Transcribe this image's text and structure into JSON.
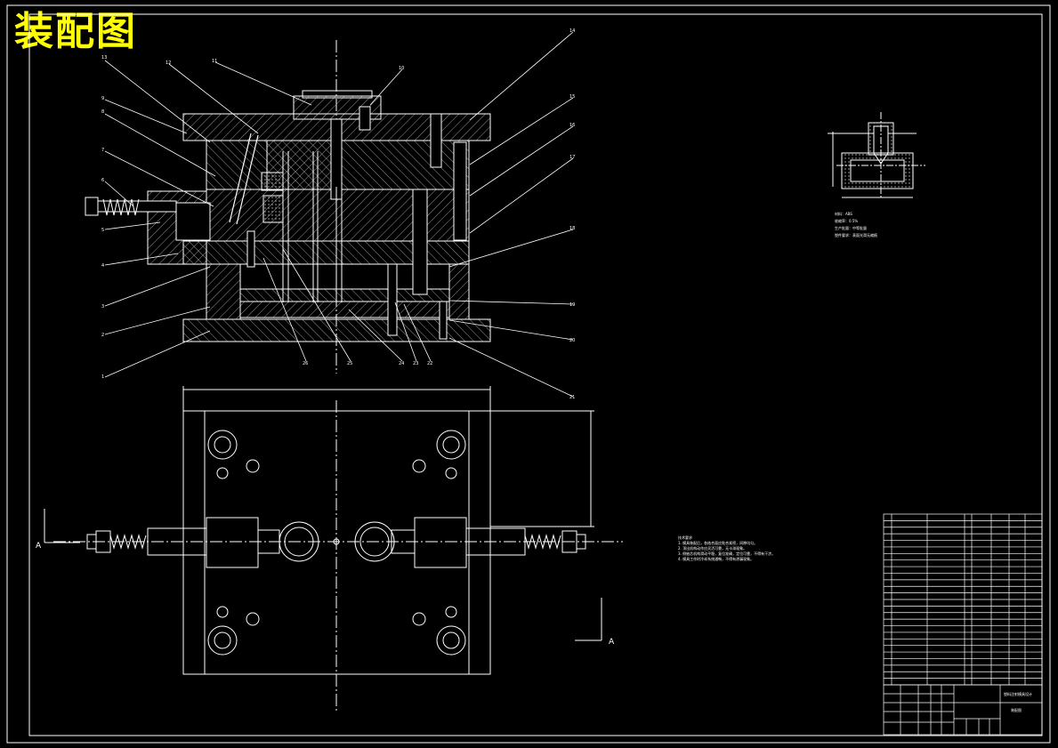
{
  "title": "装配图",
  "section_label_left": "A",
  "section_label_right": "A",
  "callouts": [
    "13",
    "12",
    "11",
    "10",
    "9",
    "8",
    "7",
    "6",
    "5",
    "4",
    "3",
    "2",
    "1",
    "26",
    "25",
    "24",
    "23",
    "22",
    "14",
    "15",
    "16",
    "17",
    "18",
    "19",
    "20",
    "21"
  ],
  "detail_notes": [
    "材料：ABS",
    "收缩率：0.5%",
    "生产批量：中等批量",
    "塑件要求：表面光滑无缩痕"
  ],
  "tech_requirements": [
    "技术要求",
    "1. 模具装配后，各结合面应贴合紧密，间隙均匀。",
    "2. 顶出机构动作应灵活可靠，无卡滞现象。",
    "3. 侧抽芯机构滑动平稳，复位准确，定位可靠，不得有干涉。",
    "4. 模具工作时冷却系统通畅，不得有渗漏现象。"
  ],
  "title_block": {
    "drawing_name": "塑料注射模具设计",
    "drawing_type": "装配图"
  },
  "colors": {
    "background": "#000000",
    "line": "#ffffff",
    "title": "#ffff00",
    "hatch": "#bbbbbb"
  }
}
